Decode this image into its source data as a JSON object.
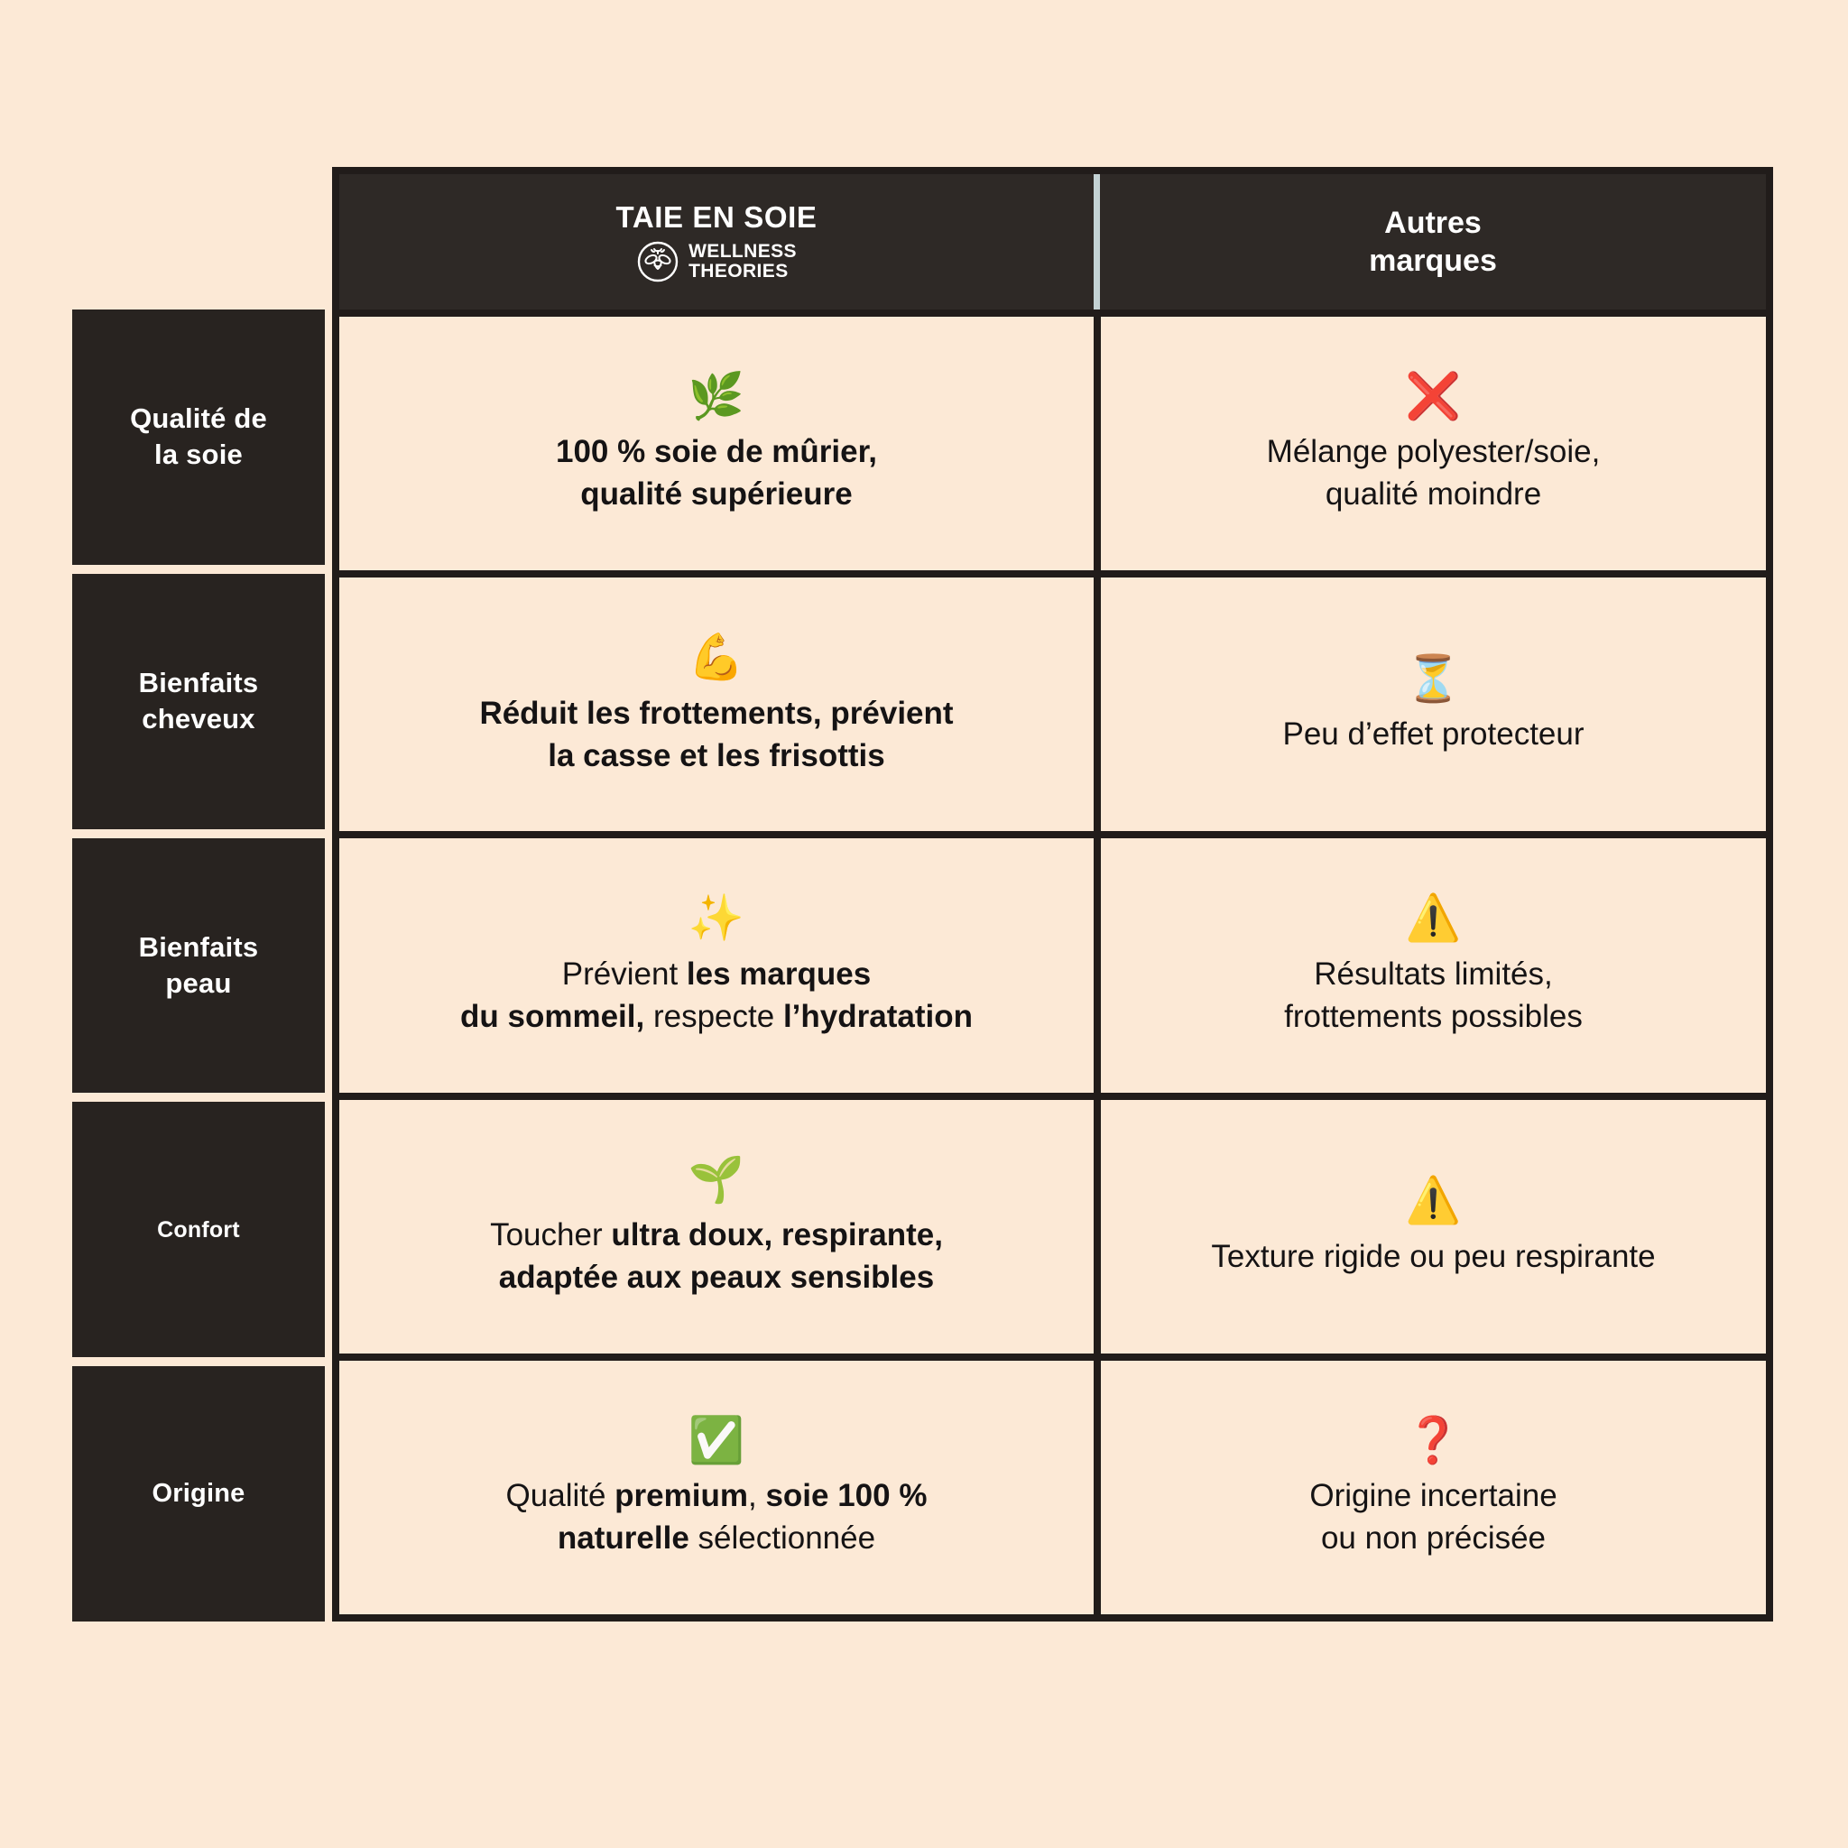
{
  "page": {
    "background_color": "#fce9d6",
    "dark_color": "#282320",
    "border_color": "#211c1a",
    "header_divider_color": "#c3d2d4",
    "text_color": "#151314"
  },
  "header": {
    "ours_title": "TAIE EN SOIE",
    "ours_brand_line1": "WELLNESS",
    "ours_brand_line2": "THEORIES",
    "ours_logo": "bee-in-circle-icon",
    "others_title": "Autres\nmarques"
  },
  "rows": [
    {
      "label": "Qualité de\nla soie",
      "ours": {
        "icon": "🌿",
        "icon_name": "herb-emoji",
        "icon_color": "#3f9f3a",
        "segments": [
          {
            "t": "100 % soie de mûrier,",
            "b": true
          },
          {
            "br": true
          },
          {
            "t": "qualité supérieure",
            "b": true
          }
        ]
      },
      "others": {
        "icon": "❌",
        "icon_name": "cross-mark-emoji",
        "icon_color": "#dd1d1d",
        "text": "Mélange polyester/soie,\nqualité moindre"
      }
    },
    {
      "label": "Bienfaits\ncheveux",
      "ours": {
        "icon": "💪",
        "icon_name": "flexed-biceps-emoji",
        "icon_color": "#f2b63c",
        "segments": [
          {
            "t": "Réduit les frottements, prévient",
            "b": true
          },
          {
            "br": true
          },
          {
            "t": "la casse et les frisottis",
            "b": true
          }
        ]
      },
      "others": {
        "icon": "⏳",
        "icon_name": "hourglass-emoji",
        "icon_color": "#a87648",
        "text": "Peu d’effet protecteur"
      }
    },
    {
      "label": "Bienfaits\npeau",
      "ours": {
        "icon": "✨",
        "icon_name": "sparkles-emoji",
        "icon_color": "#f5c542",
        "segments": [
          {
            "t": "Prévient ",
            "b": false
          },
          {
            "t": "les marques",
            "b": true
          },
          {
            "br": true
          },
          {
            "t": "du sommeil,",
            "b": true
          },
          {
            "t": " respecte ",
            "b": false
          },
          {
            "t": "l’hydratation",
            "b": true
          }
        ]
      },
      "others": {
        "icon": "⚠️",
        "icon_name": "warning-emoji",
        "icon_color": "#f3bb1c",
        "text": "Résultats limités,\nfrottements possibles"
      }
    },
    {
      "label": "Confort",
      "ours": {
        "icon": "🌱",
        "icon_name": "seedling-emoji",
        "icon_color": "#3f9f3a",
        "segments": [
          {
            "t": "Toucher ",
            "b": false
          },
          {
            "t": "ultra doux, respirante,",
            "b": true
          },
          {
            "br": true
          },
          {
            "t": "adaptée aux peaux sensibles",
            "b": true
          }
        ]
      },
      "others": {
        "icon": "⚠️",
        "icon_name": "warning-emoji",
        "icon_color": "#f3bb1c",
        "text": "Texture rigide ou peu respirante"
      }
    },
    {
      "label": "Origine",
      "ours": {
        "icon": "✅",
        "icon_name": "check-mark-button-emoji",
        "icon_color": "#27a93c",
        "segments": [
          {
            "t": "Qualité ",
            "b": false
          },
          {
            "t": "premium",
            "b": true
          },
          {
            "t": ", ",
            "b": false
          },
          {
            "t": "soie 100 %",
            "b": true
          },
          {
            "br": true
          },
          {
            "t": "naturelle",
            "b": true
          },
          {
            "t": " sélectionnée",
            "b": false
          }
        ]
      },
      "others": {
        "icon": "❓",
        "icon_name": "red-question-mark-emoji",
        "icon_color": "#d1101a",
        "text": "Origine incertaine\nou non précisée"
      }
    }
  ]
}
